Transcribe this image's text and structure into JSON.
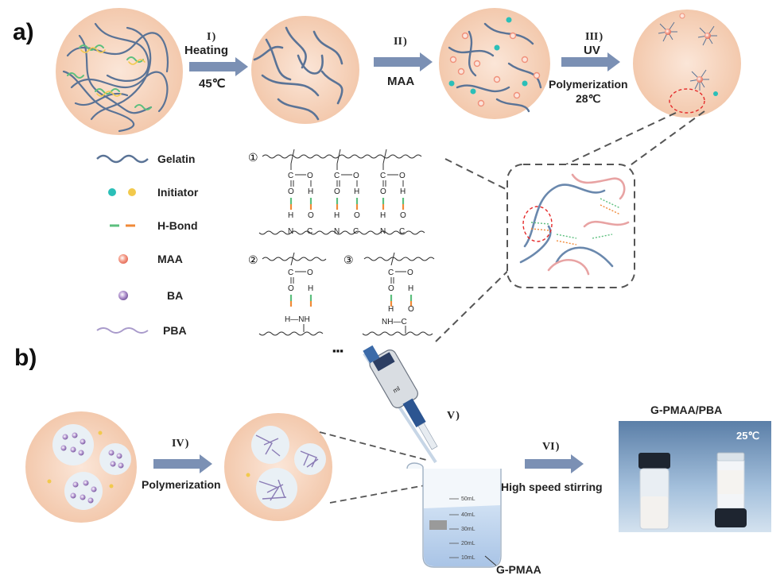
{
  "panels": {
    "a": "a)",
    "b": "b)"
  },
  "steps": {
    "s1": {
      "roman": "I )",
      "line1": "Heating",
      "line2": "45℃"
    },
    "s2": {
      "roman": "II )",
      "line1": "MAA"
    },
    "s3": {
      "roman": "III )",
      "line1": "UV",
      "line2": "Polymerization",
      "line3": "28℃"
    },
    "s4": {
      "roman": "IV )",
      "line1": "Polymerization"
    },
    "s5": {
      "roman": "V )"
    },
    "s6": {
      "roman": "VI )",
      "line1": "High speed stirring"
    }
  },
  "legend": [
    "Gelatin",
    "Initiator",
    "H-Bond",
    "MAA",
    "BA",
    "PBA"
  ],
  "structures": {
    "n1": "①",
    "n2": "②",
    "n3": "③",
    "dots": "▪▪▪"
  },
  "atoms": {
    "C": "C",
    "O": "O",
    "H": "H",
    "N": "N",
    "NH": "NH",
    "H_NH": "H—NH",
    "NH_C": "NH—C"
  },
  "beaker": {
    "marks": [
      "50mL",
      "40mL",
      "30mL",
      "20mL",
      "10mL"
    ],
    "label": "G-PMAA"
  },
  "pipette_text": "ml",
  "photo": {
    "title": "G-PMAA/PBA",
    "temp": "25℃"
  },
  "colors": {
    "circle_fill": "#f7d8c4",
    "arrow": "#7b90b4",
    "gelatin": "#5a7396",
    "hbond_green": "#5cbf7e",
    "hbond_orange": "#f08a38",
    "maa": "#f0907a",
    "initiator_teal": "#2bbfb8",
    "initiator_yellow": "#f2c94c",
    "ba": "#9b82b8",
    "pba": "#a99bcb"
  }
}
